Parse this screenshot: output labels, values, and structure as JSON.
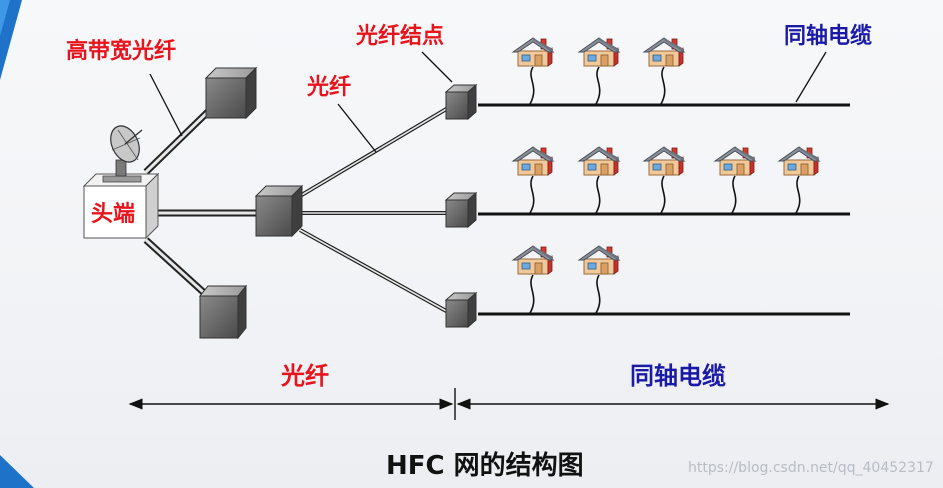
{
  "labels": {
    "broadband_fiber": "高带宽光纤",
    "fiber_node": "光纤结点",
    "fiber_top": "光纤",
    "coax_top": "同轴电缆",
    "headend": "头端",
    "fiber_bottom": "光纤",
    "coax_bottom": "同轴电缆",
    "title": "HFC 网的结构图",
    "watermark": "https://blog.csdn.net/qq_40452317"
  },
  "colors": {
    "label_red": "#e8141c",
    "label_blue": "#1a1aa6",
    "accent_blue": "#1e73c8",
    "box": "#6f6f6f",
    "house_wall": "#f0c89a",
    "house_roof": "#8a8f98"
  },
  "rows": [
    {
      "houses": 3
    },
    {
      "houses": 5
    },
    {
      "houses": 2
    }
  ]
}
